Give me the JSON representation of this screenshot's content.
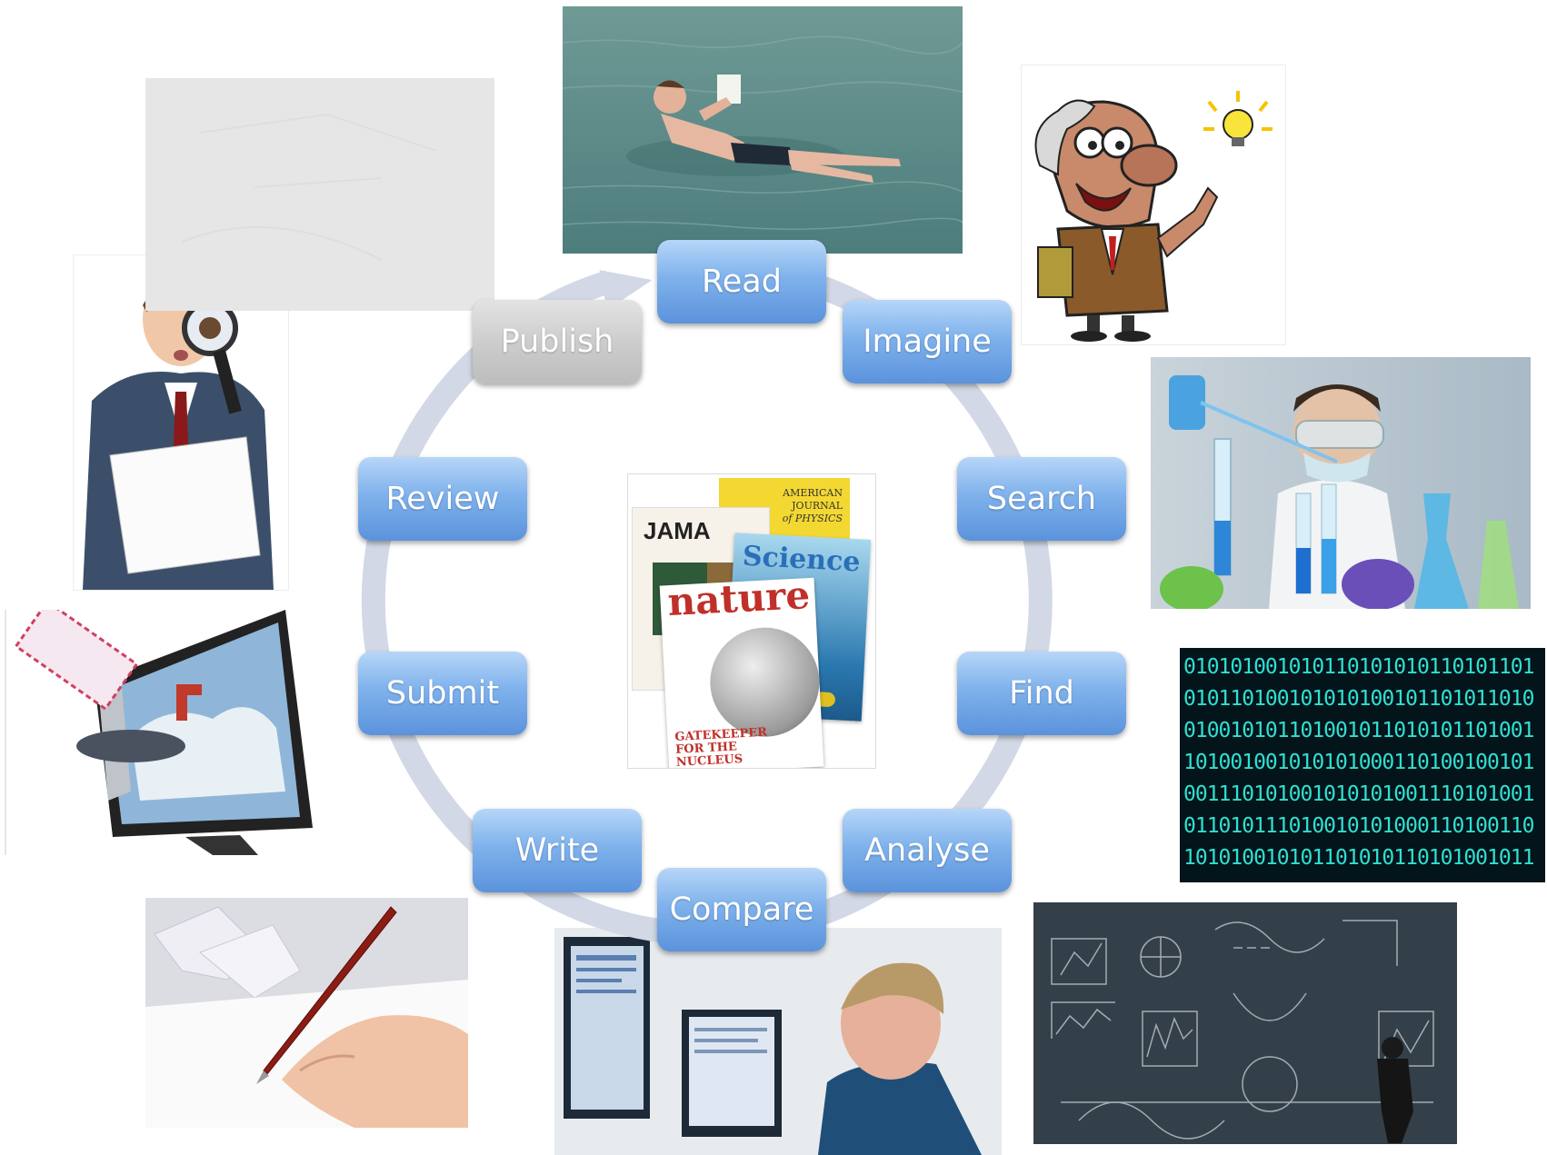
{
  "stages": [
    {
      "id": "read",
      "label": "Read"
    },
    {
      "id": "imagine",
      "label": "Imagine"
    },
    {
      "id": "search",
      "label": "Search"
    },
    {
      "id": "find",
      "label": "Find"
    },
    {
      "id": "analyse",
      "label": "Analyse"
    },
    {
      "id": "compare",
      "label": "Compare"
    },
    {
      "id": "write",
      "label": "Write"
    },
    {
      "id": "submit",
      "label": "Submit"
    },
    {
      "id": "review",
      "label": "Review"
    },
    {
      "id": "publish",
      "label": "Publish"
    }
  ],
  "journals": {
    "jama": "JAMA",
    "ajp_line1": "AMERICAN",
    "ajp_line2": "JOURNAL",
    "ajp_line3": "of PHYSICS",
    "science": "Science",
    "nature": "nature",
    "nature_headline_1": "GATEKEEPER",
    "nature_headline_2": "FOR THE",
    "nature_headline_3": "NUCLEUS"
  },
  "binary_rows": [
    "010101001010110101010110101101",
    "010110100101010100101101011010",
    "010010101101001011010101101001",
    "101001001010101000110100100101",
    "001110101001010101001110101001",
    "011010111010010101000110100110",
    "101010010101101010110101001011"
  ],
  "colors": {
    "stage_blue": "#6ea5e8",
    "stage_grey": "#c8c8c8",
    "ring": "#d2d8e6"
  }
}
